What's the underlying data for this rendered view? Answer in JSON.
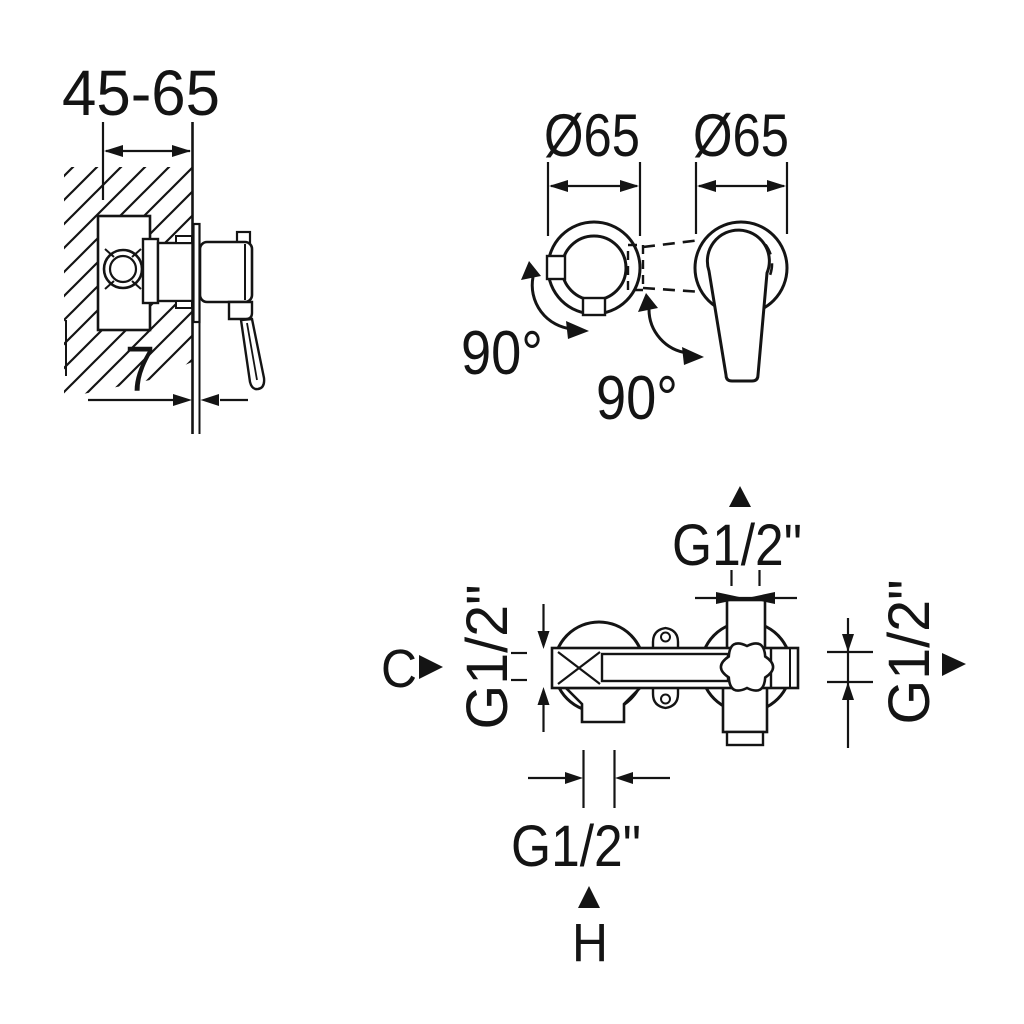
{
  "drawing": {
    "title": "shower-mixer-installation-diagram",
    "colors": {
      "line": "#141414",
      "background": "#ffffff"
    },
    "side_view": {
      "wall_depth_range": "45-65",
      "plate_thickness": "7"
    },
    "front_view": {
      "left_diameter": "Ø65",
      "right_diameter": "Ø65",
      "left_rotation_angle": "90°",
      "right_rotation_angle": "90°"
    },
    "top_view": {
      "top_thread": "G1/2\"",
      "left_thread": "G1/2\"",
      "right_thread": "G1/2\"",
      "bottom_thread": "G1/2\"",
      "cold_label": "C",
      "hot_label": "H"
    }
  }
}
